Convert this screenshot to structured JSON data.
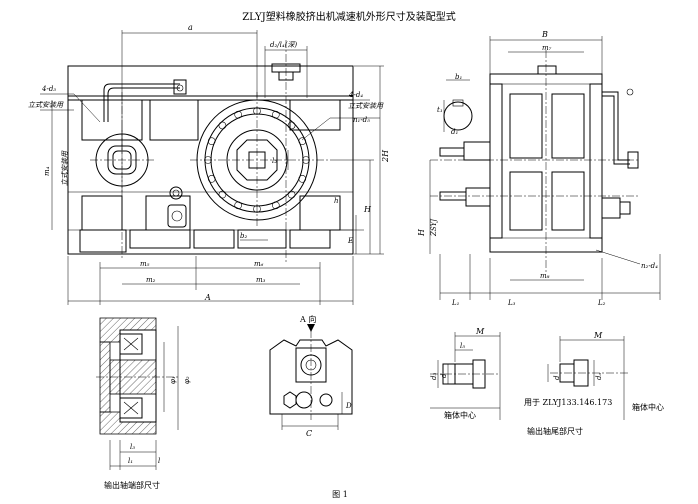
{
  "title": "ZLYJ塑料橡胶挤出机减速机外形尺寸及装配型式",
  "figure_caption": "图 1",
  "captions": {
    "output_shaft": "输出轴端部尺寸",
    "input_shaft": "输出轴尾部尺寸",
    "box_center_1": "箱体中心",
    "box_center_2": "箱体中心",
    "model_note": "用于 ZLYJ133.146.173",
    "view_a": "A 向"
  },
  "labels": {
    "a": "a",
    "d2l4": "d₂/l₄(深)",
    "hole_left": "4-d₃",
    "mount_left": "立式安装用",
    "hole_right": "4-d₄",
    "mount_right": "立式安装用",
    "m4": "m₄",
    "mount_vertical": "立式安装用",
    "n1d5": "n₁-d₅",
    "l2": "l₂",
    "H2": "2H",
    "H": "H",
    "h": "h",
    "b2": "b₂",
    "E": "E",
    "m5": "m₅",
    "m6": "m₆",
    "m2": "m₂",
    "m3": "m₃",
    "A": "A",
    "B": "B",
    "m7": "m₇",
    "b1": "b₁",
    "t1": "t₁",
    "d1": "d₁",
    "H_right": "H",
    "zsyj": "ZSYJ",
    "n2d4": "n₂-d₄",
    "m8": "m₈",
    "L1": "L₁",
    "L3": "L₃",
    "L2": "L₂",
    "phi1": "φ₁",
    "phi2": "φ₂",
    "l3": "l₃",
    "l_small": "l",
    "l1": "l₁",
    "C": "C",
    "D": "D",
    "M1": "M",
    "l5": "l₅",
    "d3": "d₃",
    "d": "d",
    "M2": "M",
    "d_b": "d",
    "d_a": "dₐ"
  }
}
